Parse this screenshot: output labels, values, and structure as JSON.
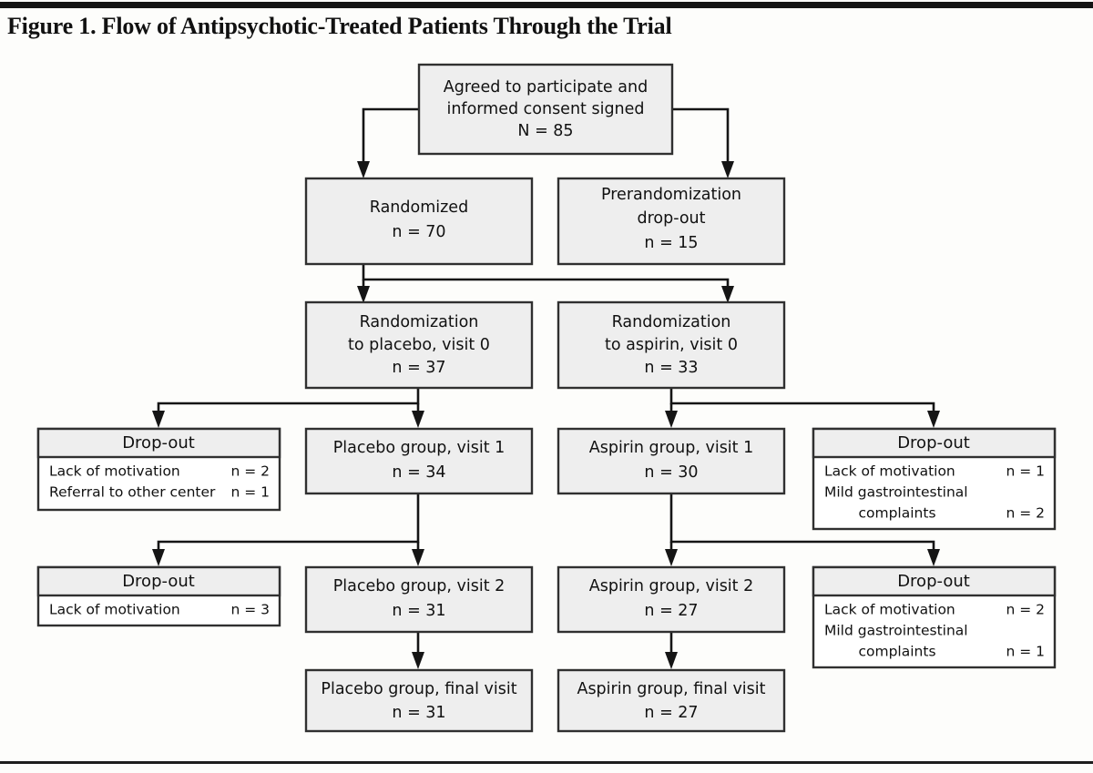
{
  "figure": {
    "title": "Figure 1. Flow of Antipsychotic-Treated Patients Through the Trial",
    "top_rule_color": "#151515",
    "box_fill": "#eeeeee",
    "box_border": "#303030",
    "line_color": "#151515"
  },
  "nodes": {
    "consent": {
      "line1": "Agreed to participate and",
      "line2": "informed consent signed",
      "line3": "N = 85"
    },
    "randomized": {
      "line1": "Randomized",
      "line2": "n = 70"
    },
    "prerandomization_dropout": {
      "line1": "Prerandomization",
      "line2": "drop-out",
      "line3": "n = 15"
    },
    "rand_placebo": {
      "line1": "Randomization",
      "line2": "to placebo, visit 0",
      "line3": "n = 37"
    },
    "rand_aspirin": {
      "line1": "Randomization",
      "line2": "to aspirin, visit 0",
      "line3": "n = 33"
    },
    "placebo_v1": {
      "line1": "Placebo group, visit 1",
      "line2": "n = 34"
    },
    "aspirin_v1": {
      "line1": "Aspirin group, visit 1",
      "line2": "n = 30"
    },
    "placebo_v2": {
      "line1": "Placebo group, visit 2",
      "line2": "n = 31"
    },
    "aspirin_v2": {
      "line1": "Aspirin group, visit 2",
      "line2": "n = 27"
    },
    "placebo_final": {
      "line1": "Placebo group, final visit",
      "line2": "n = 31"
    },
    "aspirin_final": {
      "line1": "Aspirin group, final visit",
      "line2": "n = 27"
    }
  },
  "dropouts": {
    "placebo_v1_dropout": {
      "header": "Drop-out",
      "rows": [
        {
          "reason": "Lack of motivation",
          "count": "n = 2",
          "indent": false
        },
        {
          "reason": "Referral to other center",
          "count": "n = 1",
          "indent": false
        }
      ]
    },
    "aspirin_v1_dropout": {
      "header": "Drop-out",
      "rows": [
        {
          "reason": "Lack of motivation",
          "count": "n = 1",
          "indent": false
        },
        {
          "reason": "Mild gastrointestinal",
          "count": "",
          "indent": false
        },
        {
          "reason": "complaints",
          "count": "n = 2",
          "indent": true
        }
      ]
    },
    "placebo_v2_dropout": {
      "header": "Drop-out",
      "rows": [
        {
          "reason": "Lack of motivation",
          "count": "n = 3",
          "indent": false
        }
      ]
    },
    "aspirin_v2_dropout": {
      "header": "Drop-out",
      "rows": [
        {
          "reason": "Lack of motivation",
          "count": "n = 2",
          "indent": false
        },
        {
          "reason": "Mild gastrointestinal",
          "count": "",
          "indent": false
        },
        {
          "reason": "complaints",
          "count": "n = 1",
          "indent": true
        }
      ]
    }
  }
}
